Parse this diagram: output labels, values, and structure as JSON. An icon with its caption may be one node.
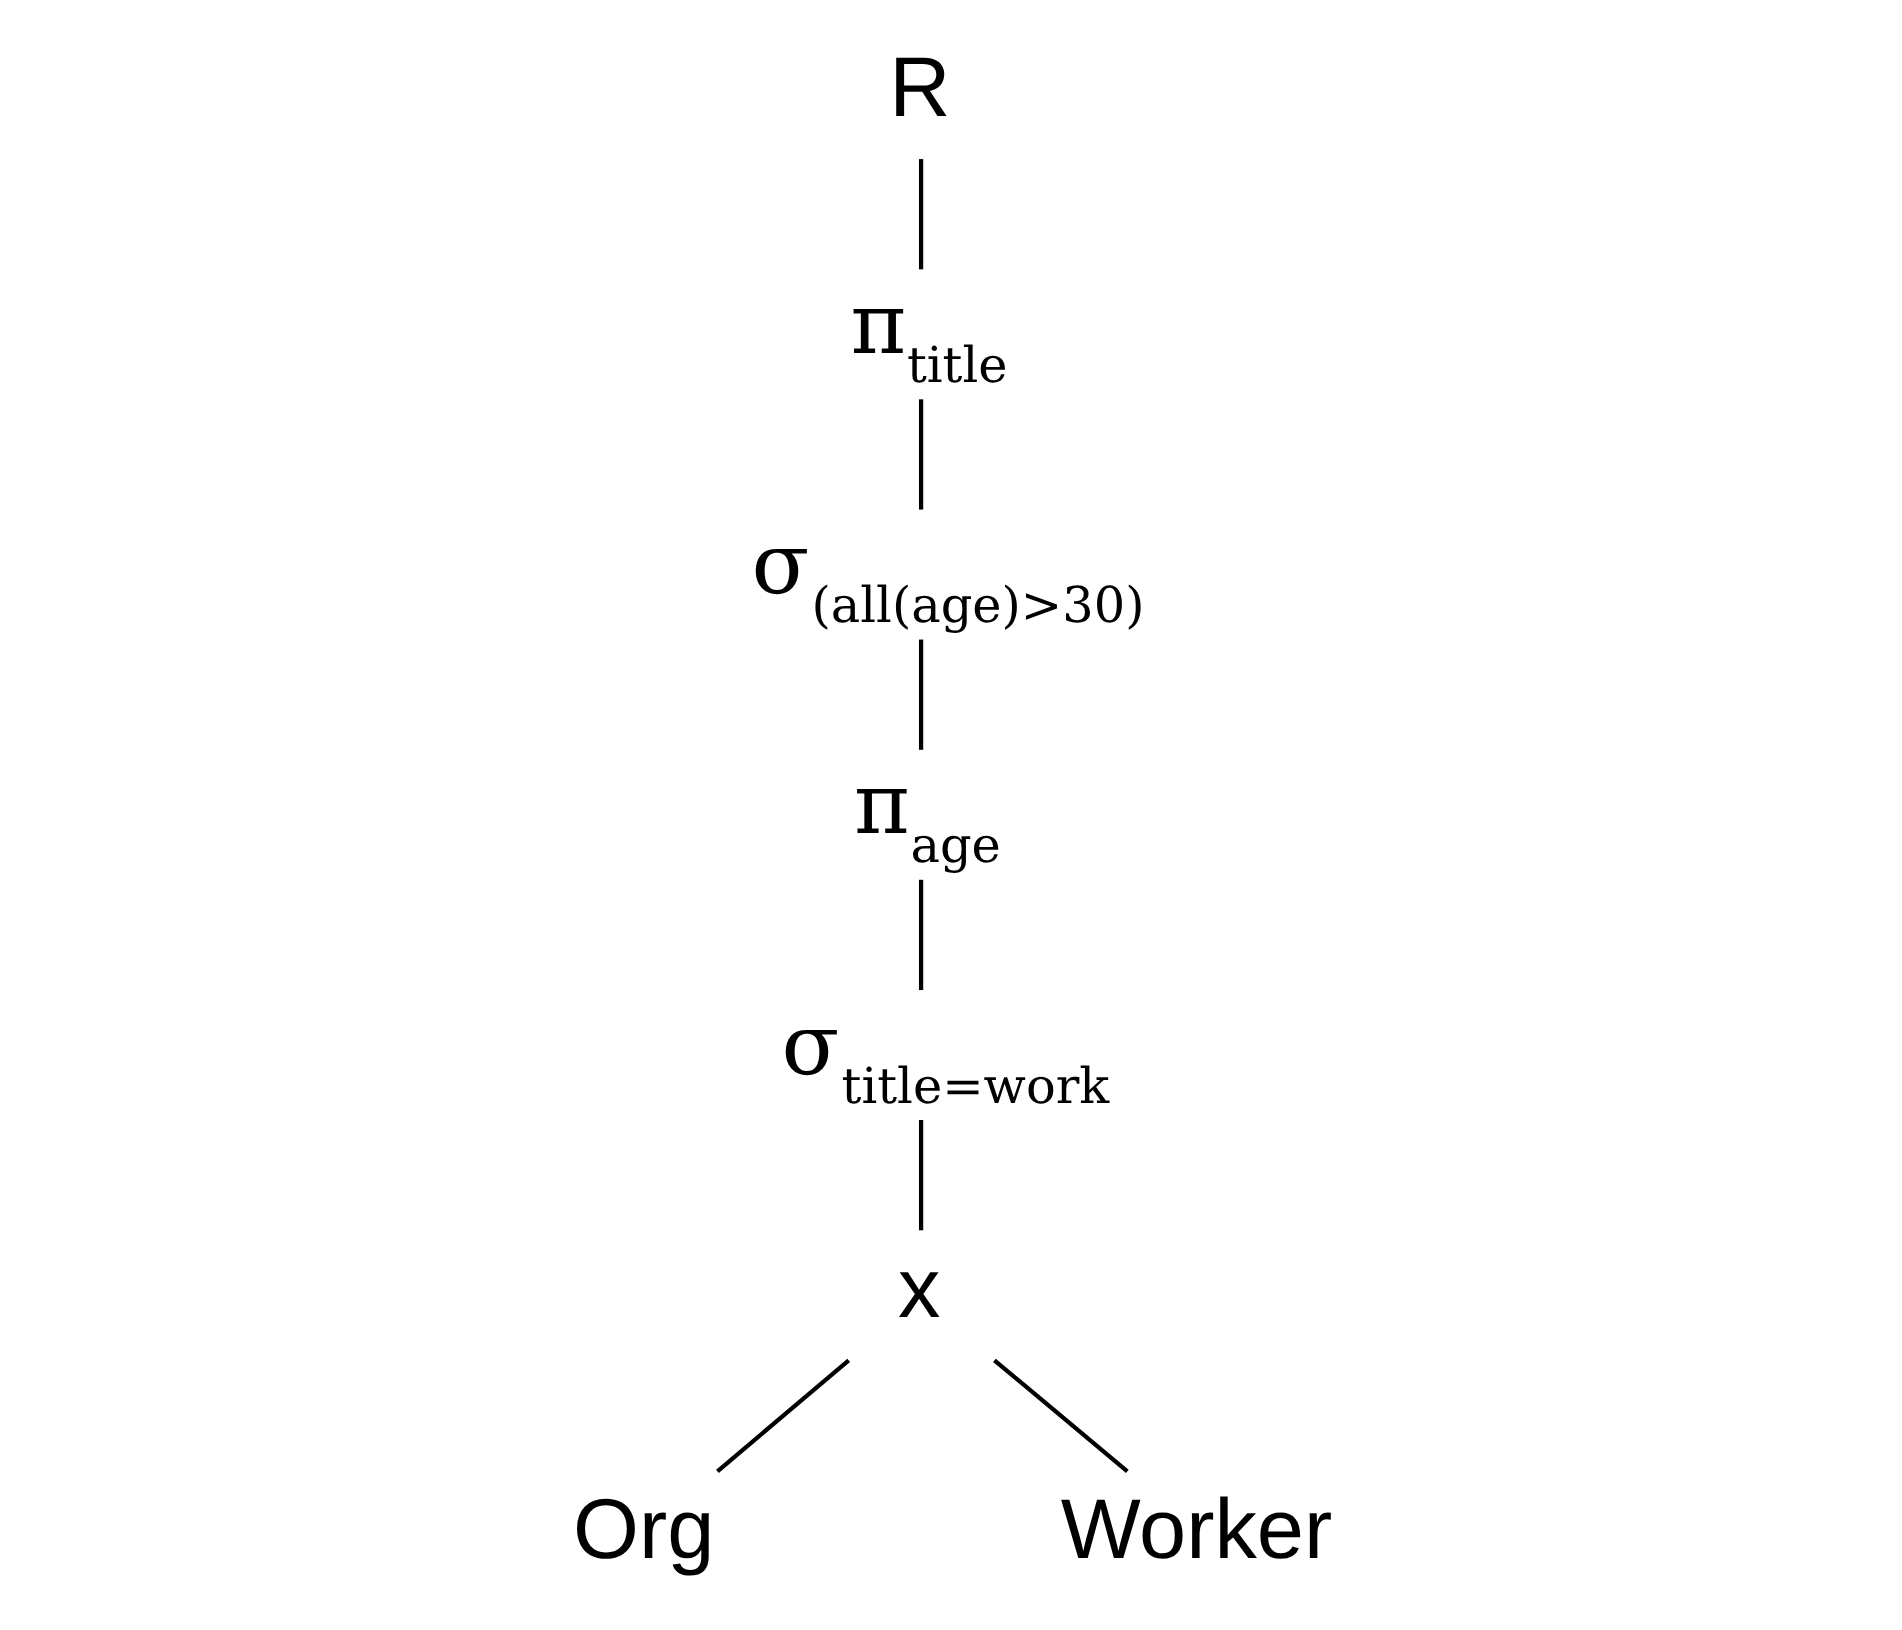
{
  "diagram": {
    "nodes": [
      {
        "text": [
          "R"
        ]
      },
      {
        "text": [
          "π$_{title}$"
        ]
      },
      {
        "text": [
          "σ$_{(all(age)>30)}$"
        ]
      },
      {
        "text": [
          "π$_{age}$"
        ]
      },
      {
        "text": [
          "σ$_{title=work}$"
        ]
      },
      {
        "text": [
          "x"
        ]
      },
      {
        "text": [
          "Org"
        ]
      },
      {
        "text": [
          "Worker"
        ]
      }
    ],
    "edges": [
      {
        "from": 0,
        "to": 1,
        "arrow": "none"
      },
      {
        "from": 1,
        "to": 2,
        "arrow": "none"
      },
      {
        "from": 2,
        "to": 3,
        "arrow": "none"
      },
      {
        "from": 3,
        "to": 4,
        "arrow": "none"
      },
      {
        "from": 4,
        "to": 5,
        "arrow": "none"
      },
      {
        "from": 5,
        "to": 6,
        "arrow": "none"
      },
      {
        "from": 5,
        "to": 7,
        "arrow": "none"
      }
    ]
  }
}
